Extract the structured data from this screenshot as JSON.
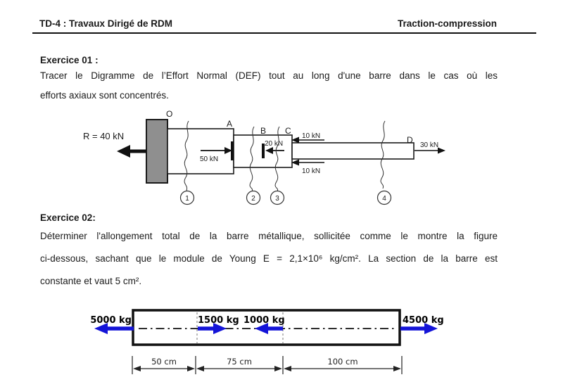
{
  "header": {
    "left_title": "TD-4 : Travaux Dirigé de RDM",
    "right_title": "Traction-compression"
  },
  "colors": {
    "arrow_blue": "#1414d8",
    "wall_gray": "#8f8f8f",
    "ink": "#1a1a1a"
  },
  "exercise1": {
    "heading": "Exercice 01 :",
    "lines": [
      "Tracer le Digramme de l’Effort Normal (DEF) tout au long d'une barre dans le cas où les",
      "efforts axiaux sont concentrés."
    ],
    "figure": {
      "reaction": "R = 40 kN",
      "point_o": "O",
      "point_a": "A",
      "point_b": "B",
      "point_c": "C",
      "point_d": "D",
      "force_50": "50 kN",
      "force_20": "20 kN",
      "force_10_top": "10 kN",
      "force_10_bottom": "10 kN",
      "force_30": "30 kN",
      "section_1": "1",
      "section_2": "2",
      "section_3": "3",
      "section_4": "4"
    }
  },
  "exercise2": {
    "heading": "Exercice 02:",
    "lines": [
      "Déterminer l'allongement total de la barre métallique, sollicitée comme le montre la figure",
      "ci-dessous, sachant que le module de Young E = 2,1×10⁶ kg/cm². La section de la barre est",
      "constante et vaut 5 cm²."
    ],
    "figure": {
      "force_left": "5000 kg",
      "force_mid_right": "1500 kg",
      "force_mid_left": "1000 kg",
      "force_right": "4500 kg",
      "dim_1": "50 cm",
      "dim_2": "75 cm",
      "dim_3": "100 cm"
    }
  }
}
